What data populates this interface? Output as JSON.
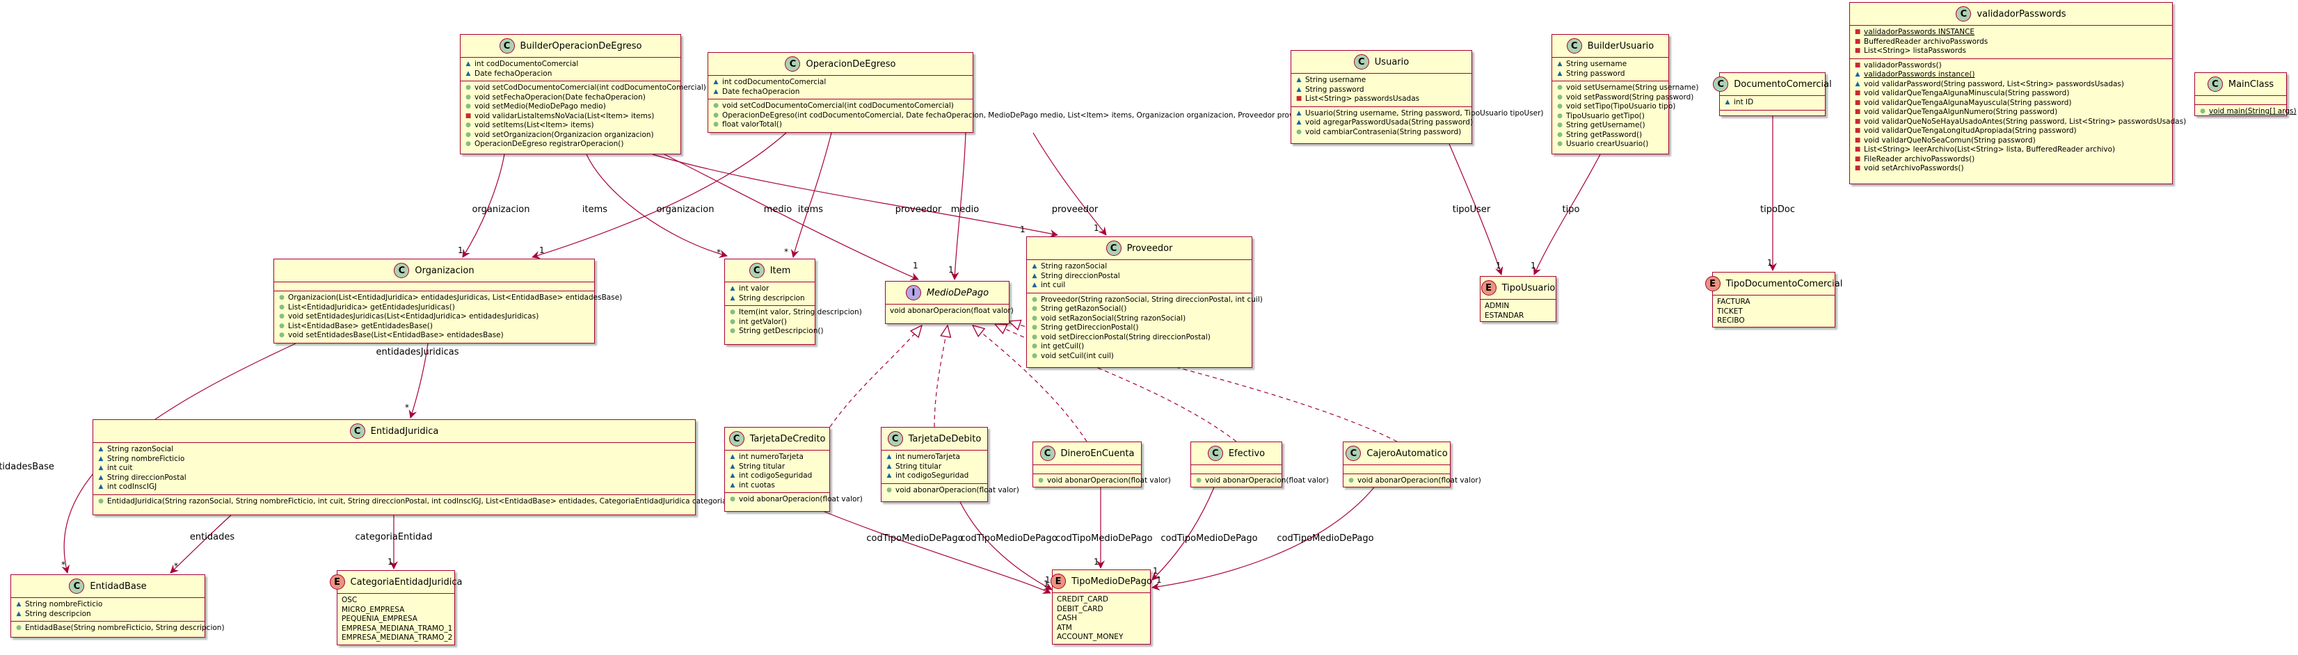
{
  "colors": {
    "box_fill": "#fefece",
    "border": "#a80036",
    "class_circle": "#add1b2",
    "interface_circle": "#b4a7e5",
    "enum_circle": "#eb937f",
    "private": "#c82930",
    "package": "#1963a0",
    "public": "#84be84"
  },
  "boxes": [
    {
      "id": "BuilderOperacionDeEgreso",
      "kind": "class",
      "title": "BuilderOperacionDeEgreso",
      "sections": [
        [
          {
            "v": "package",
            "t": "int codDocumentoComercial"
          },
          {
            "v": "package",
            "t": "Date fechaOperacion"
          }
        ],
        [
          {
            "v": "public",
            "t": "void setCodDocumentoComercial(int codDocumentoComercial)"
          },
          {
            "v": "public",
            "t": "void setFechaOperacion(Date fechaOperacion)"
          },
          {
            "v": "public",
            "t": "void setMedio(MedioDePago medio)"
          },
          {
            "v": "private",
            "t": "void validarListaItemsNoVacia(List<Item> items)"
          },
          {
            "v": "public",
            "t": "void setItems(List<Item> items)"
          },
          {
            "v": "public",
            "t": "void setOrganizacion(Organizacion organizacion)"
          },
          {
            "v": "public",
            "t": "OperacionDeEgreso registrarOperacion()"
          }
        ]
      ]
    },
    {
      "id": "OperacionDeEgreso",
      "kind": "class",
      "title": "OperacionDeEgreso",
      "sections": [
        [
          {
            "v": "package",
            "t": "int codDocumentoComercial"
          },
          {
            "v": "package",
            "t": "Date fechaOperacion"
          }
        ],
        [
          {
            "v": "public",
            "t": "void setCodDocumentoComercial(int codDocumentoComercial)"
          },
          {
            "v": "public",
            "t": "OperacionDeEgreso(int codDocumentoComercial, Date fechaOperacion, MedioDePago medio, List<Item> items, Organizacion organizacion, Proveedor proveedor)"
          },
          {
            "v": "public",
            "t": "float valorTotal()"
          }
        ]
      ]
    },
    {
      "id": "Usuario",
      "kind": "class",
      "title": "Usuario",
      "sections": [
        [
          {
            "v": "package",
            "t": "String username"
          },
          {
            "v": "package",
            "t": "String password"
          },
          {
            "v": "private",
            "t": "List<String> passwordsUsadas"
          }
        ],
        [
          {
            "v": "package",
            "t": "Usuario(String username, String password, TipoUsuario tipoUser)"
          },
          {
            "v": "package",
            "t": "void agregarPasswordUsada(String password)"
          },
          {
            "v": "public",
            "t": "void cambiarContrasenia(String password)"
          }
        ]
      ]
    },
    {
      "id": "BuilderUsuario",
      "kind": "class",
      "title": "BuilderUsuario",
      "sections": [
        [
          {
            "v": "package",
            "t": "String username"
          },
          {
            "v": "package",
            "t": "String password"
          }
        ],
        [
          {
            "v": "public",
            "t": "void setUsername(String username)"
          },
          {
            "v": "public",
            "t": "void setPassword(String password)"
          },
          {
            "v": "public",
            "t": "void setTipo(TipoUsuario tipo)"
          },
          {
            "v": "public",
            "t": "TipoUsuario getTipo()"
          },
          {
            "v": "public",
            "t": "String getUsername()"
          },
          {
            "v": "public",
            "t": "String getPassword()"
          },
          {
            "v": "public",
            "t": "Usuario crearUsuario()"
          }
        ]
      ]
    },
    {
      "id": "DocumentoComercial",
      "kind": "class",
      "title": "DocumentoComercial",
      "sections": [
        [
          {
            "v": "package",
            "t": "int ID"
          }
        ],
        []
      ]
    },
    {
      "id": "validadorPasswords",
      "kind": "class",
      "title": "validadorPasswords",
      "sections": [
        [
          {
            "v": "private",
            "t": "validadorPasswords INSTANCE",
            "u": true
          },
          {
            "v": "private",
            "t": "BufferedReader archivoPasswords"
          },
          {
            "v": "private",
            "t": "List<String> listaPasswords"
          }
        ],
        [
          {
            "v": "private",
            "t": "validadorPasswords()"
          },
          {
            "v": "package",
            "t": "validadorPasswords instance()",
            "u": true
          },
          {
            "v": "package",
            "t": "void validarPassword(String password, List<String> passwordsUsadas)"
          },
          {
            "v": "private",
            "t": "void validarQueTengaAlgunaMinuscula(String password)"
          },
          {
            "v": "private",
            "t": "void validarQueTengaAlgunaMayuscula(String password)"
          },
          {
            "v": "private",
            "t": "void validarQueTengaAlgunNumero(String password)"
          },
          {
            "v": "private",
            "t": "void validarQueNoSeHayaUsadoAntes(String password, List<String> passwordsUsadas)"
          },
          {
            "v": "private",
            "t": "void validarQueTengaLongitudApropiada(String password)"
          },
          {
            "v": "private",
            "t": "void validarQueNoSeaComun(String password)"
          },
          {
            "v": "private",
            "t": "List<String> leerArchivo(List<String> lista, BufferedReader archivo)"
          },
          {
            "v": "private",
            "t": "FileReader archivoPasswords()"
          },
          {
            "v": "private",
            "t": "void setArchivoPasswords()"
          }
        ]
      ]
    },
    {
      "id": "MainClass",
      "kind": "class",
      "title": "MainClass",
      "sections": [
        [],
        [
          {
            "v": "public",
            "t": "void main(String[] args)",
            "u": true
          }
        ]
      ]
    },
    {
      "id": "Organizacion",
      "kind": "class",
      "title": "Organizacion",
      "sections": [
        [],
        [
          {
            "v": "public",
            "t": "Organizacion(List<EntidadJuridica> entidadesJuridicas, List<EntidadBase> entidadesBase)"
          },
          {
            "v": "public",
            "t": "List<EntidadJuridica> getEntidadesJuridicas()"
          },
          {
            "v": "public",
            "t": "void setEntidadesJuridicas(List<EntidadJuridica> entidadesJuridicas)"
          },
          {
            "v": "public",
            "t": "List<EntidadBase> getEntidadesBase()"
          },
          {
            "v": "public",
            "t": "void setEntidadesBase(List<EntidadBase> entidadesBase)"
          }
        ]
      ]
    },
    {
      "id": "Item",
      "kind": "class",
      "title": "Item",
      "sections": [
        [
          {
            "v": "package",
            "t": "int valor"
          },
          {
            "v": "package",
            "t": "String descripcion"
          }
        ],
        [
          {
            "v": "public",
            "t": "Item(int valor, String descripcion)"
          },
          {
            "v": "public",
            "t": "int getValor()"
          },
          {
            "v": "public",
            "t": "String getDescripcion()"
          }
        ]
      ]
    },
    {
      "id": "MedioDePago",
      "kind": "interface",
      "title": "MedioDePago",
      "sections": [
        [
          {
            "v": "none",
            "t": "void abonarOperacion(float valor)"
          }
        ]
      ]
    },
    {
      "id": "Proveedor",
      "kind": "class",
      "title": "Proveedor",
      "sections": [
        [
          {
            "v": "package",
            "t": "String razonSocial"
          },
          {
            "v": "package",
            "t": "String direccionPostal"
          },
          {
            "v": "package",
            "t": "int cuil"
          }
        ],
        [
          {
            "v": "public",
            "t": "Proveedor(String razonSocial, String direccionPostal, int cuil)"
          },
          {
            "v": "public",
            "t": "String getRazonSocial()"
          },
          {
            "v": "public",
            "t": "void setRazonSocial(String razonSocial)"
          },
          {
            "v": "public",
            "t": "String getDireccionPostal()"
          },
          {
            "v": "public",
            "t": "void setDireccionPostal(String direccionPostal)"
          },
          {
            "v": "public",
            "t": "int getCuil()"
          },
          {
            "v": "public",
            "t": "void setCuil(int cuil)"
          }
        ]
      ]
    },
    {
      "id": "TipoUsuario",
      "kind": "enum",
      "title": "TipoUsuario",
      "sections": [
        [
          {
            "v": "none",
            "t": "ADMIN"
          },
          {
            "v": "none",
            "t": "ESTANDAR"
          }
        ]
      ]
    },
    {
      "id": "TipoDocumentoComercial",
      "kind": "enum",
      "title": "TipoDocumentoComercial",
      "sections": [
        [
          {
            "v": "none",
            "t": "FACTURA"
          },
          {
            "v": "none",
            "t": "TICKET"
          },
          {
            "v": "none",
            "t": "RECIBO"
          }
        ]
      ]
    },
    {
      "id": "EntidadJuridica",
      "kind": "class",
      "title": "EntidadJuridica",
      "sections": [
        [
          {
            "v": "package",
            "t": "String razonSocial"
          },
          {
            "v": "package",
            "t": "String nombreFicticio"
          },
          {
            "v": "package",
            "t": "int cuit"
          },
          {
            "v": "package",
            "t": "String direccionPostal"
          },
          {
            "v": "package",
            "t": "int codInscIGJ"
          }
        ],
        [
          {
            "v": "public",
            "t": "EntidadJuridica(String razonSocial, String nombreFicticio, int cuit, String direccionPostal, int codInscIGJ, List<EntidadBase> entidades, CategoriaEntidadJuridica categoriaEntidad)"
          }
        ]
      ]
    },
    {
      "id": "TarjetaDeCredito",
      "kind": "class",
      "title": "TarjetaDeCredito",
      "sections": [
        [
          {
            "v": "package",
            "t": "int numeroTarjeta"
          },
          {
            "v": "package",
            "t": "String titular"
          },
          {
            "v": "package",
            "t": "int codigoSeguridad"
          },
          {
            "v": "package",
            "t": "int cuotas"
          }
        ],
        [
          {
            "v": "public",
            "t": "void abonarOperacion(float valor)"
          }
        ]
      ]
    },
    {
      "id": "TarjetaDeDebito",
      "kind": "class",
      "title": "TarjetaDeDebito",
      "sections": [
        [
          {
            "v": "package",
            "t": "int numeroTarjeta"
          },
          {
            "v": "package",
            "t": "String titular"
          },
          {
            "v": "package",
            "t": "int codigoSeguridad"
          }
        ],
        [
          {
            "v": "public",
            "t": "void abonarOperacion(float valor)"
          }
        ]
      ]
    },
    {
      "id": "DineroEnCuenta",
      "kind": "class",
      "title": "DineroEnCuenta",
      "sections": [
        [],
        [
          {
            "v": "public",
            "t": "void abonarOperacion(float valor)"
          }
        ]
      ]
    },
    {
      "id": "Efectivo",
      "kind": "class",
      "title": "Efectivo",
      "sections": [
        [],
        [
          {
            "v": "public",
            "t": "void abonarOperacion(float valor)"
          }
        ]
      ]
    },
    {
      "id": "CajeroAutomatico",
      "kind": "class",
      "title": "CajeroAutomatico",
      "sections": [
        [],
        [
          {
            "v": "public",
            "t": "void abonarOperacion(float valor)"
          }
        ]
      ]
    },
    {
      "id": "EntidadBase",
      "kind": "class",
      "title": "EntidadBase",
      "sections": [
        [
          {
            "v": "package",
            "t": "String nombreFicticio"
          },
          {
            "v": "package",
            "t": "String descripcion"
          }
        ],
        [
          {
            "v": "public",
            "t": "EntidadBase(String nombreFicticio, String descripcion)"
          }
        ]
      ]
    },
    {
      "id": "CategoriaEntidadJuridica",
      "kind": "enum",
      "title": "CategoriaEntidadJuridica",
      "sections": [
        [
          {
            "v": "none",
            "t": "OSC"
          },
          {
            "v": "none",
            "t": "MICRO_EMPRESA"
          },
          {
            "v": "none",
            "t": "PEQUENIA_EMPRESA"
          },
          {
            "v": "none",
            "t": "EMPRESA_MEDIANA_TRAMO_1"
          },
          {
            "v": "none",
            "t": "EMPRESA_MEDIANA_TRAMO_2"
          }
        ]
      ]
    },
    {
      "id": "TipoMedioDePago",
      "kind": "enum",
      "title": "TipoMedioDePago",
      "sections": [
        [
          {
            "v": "none",
            "t": "CREDIT_CARD"
          },
          {
            "v": "none",
            "t": "DEBIT_CARD"
          },
          {
            "v": "none",
            "t": "CASH"
          },
          {
            "v": "none",
            "t": "ATM"
          },
          {
            "v": "none",
            "t": "ACCOUNT_MONEY"
          }
        ]
      ]
    }
  ],
  "associations": [
    {
      "id": "a1",
      "label": "organizacion",
      "mult": "1"
    },
    {
      "id": "a2",
      "label": "items",
      "mult": "*"
    },
    {
      "id": "a3",
      "label": "medio",
      "mult": "1"
    },
    {
      "id": "a4",
      "label": "proveedor",
      "mult": "1"
    },
    {
      "id": "a5",
      "label": "organizacion",
      "mult": "1"
    },
    {
      "id": "a6",
      "label": "items",
      "mult": "*"
    },
    {
      "id": "a7",
      "label": "medio",
      "mult": "1"
    },
    {
      "id": "a8",
      "label": "proveedor",
      "mult": "1"
    },
    {
      "id": "a9",
      "label": "tipoUser",
      "mult": "1"
    },
    {
      "id": "a10",
      "label": "tipo",
      "mult": "1"
    },
    {
      "id": "a11",
      "label": "tipoDoc",
      "mult": "1"
    },
    {
      "id": "a12",
      "label": "entidadesJuridicas",
      "mult": "*"
    },
    {
      "id": "a13",
      "label": "entidadesBase",
      "mult": "*"
    },
    {
      "id": "a14",
      "label": "entidades",
      "mult": "*"
    },
    {
      "id": "a15",
      "label": "categoriaEntidad",
      "mult": "1"
    },
    {
      "id": "a16",
      "label": "codTipoMedioDePago",
      "mult": "1"
    },
    {
      "id": "a17",
      "label": "codTipoMedioDePago",
      "mult": "1"
    },
    {
      "id": "a18",
      "label": "codTipoMedioDePago",
      "mult": "1"
    },
    {
      "id": "a19",
      "label": "codTipoMedioDePago",
      "mult": "1"
    },
    {
      "id": "a20",
      "label": "codTipoMedioDePago",
      "mult": "1"
    }
  ],
  "realizations": [
    "TarjetaDeCredito",
    "TarjetaDeDebito",
    "DineroEnCuenta",
    "Efectivo",
    "CajeroAutomatico"
  ]
}
